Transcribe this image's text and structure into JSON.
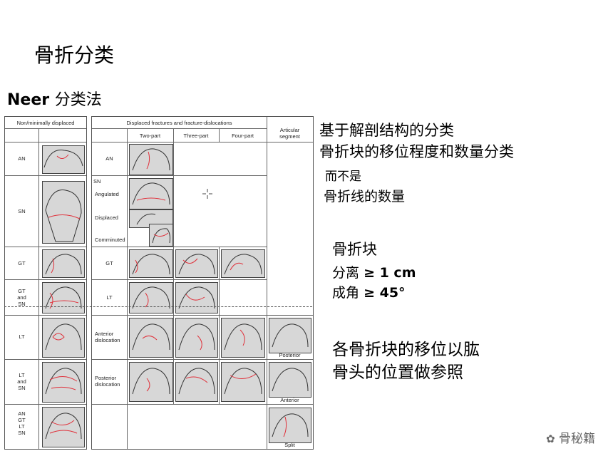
{
  "slide": {
    "title": "骨折分类",
    "subtitle_en": "Neer",
    "subtitle_cn": "分类法"
  },
  "table_left": {
    "header": "Non/minimally displaced",
    "rows": [
      "AN",
      "SN",
      "GT",
      "GT\nand\nSN",
      "LT",
      "LT\nand\nSN",
      "AN\nGT\nLT\nSN"
    ]
  },
  "table_right": {
    "header": "Displaced fractures and fracture-dislocations",
    "columns": [
      "Two-part",
      "Three-part",
      "Four-part",
      "Articular\nsegment"
    ],
    "rows": [
      "AN",
      "SN",
      "Angulated",
      "Displaced",
      "Comminuted",
      "GT",
      "LT",
      "Anterior\ndislocation",
      "Posterior\ndislocation"
    ],
    "captions": [
      "Posterior",
      "Anterior",
      "Split"
    ]
  },
  "notes": {
    "line1": "基于解剖结构的分类",
    "line2": "骨折块的移位程度和数量分类",
    "line3": "而不是",
    "line4": "骨折线的数量",
    "fragment_title": "骨折块",
    "sep_label": "分离",
    "sep_value": "≥ 1 cm",
    "ang_label": "成角",
    "ang_value": "≥  45°",
    "ref1": "各骨折块的移位以肱",
    "ref2": "骨头的位置做参照"
  },
  "watermark": "骨秘籍",
  "colors": {
    "fracture_line": "#e0303a",
    "bone": "#d7d7d7"
  }
}
